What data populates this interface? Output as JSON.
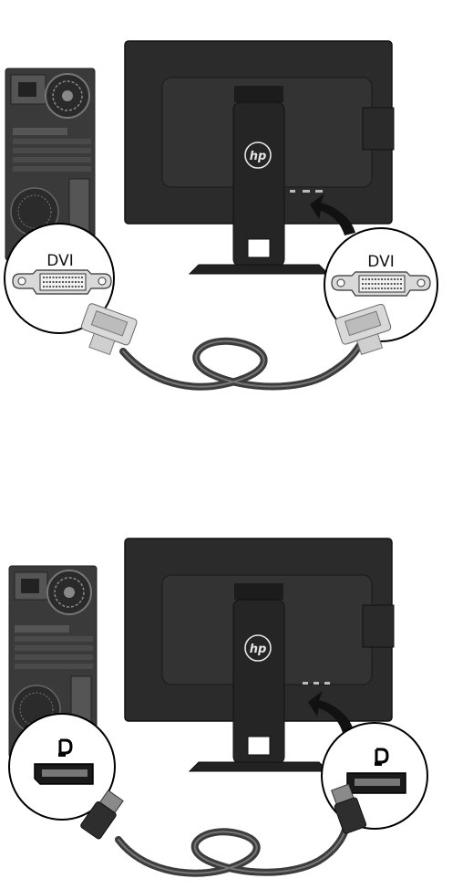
{
  "panels": [
    {
      "id": "dvi",
      "left_port_label": "DVI",
      "right_port_label": "DVI",
      "monitor_logo": "hp",
      "connector": "dvi-connector-icon"
    },
    {
      "id": "displayport",
      "left_port_label": "",
      "right_port_label": "",
      "monitor_logo": "hp",
      "connector": "displayport-connector-icon"
    }
  ],
  "colors": {
    "monitor_body": "#2b2b2b",
    "monitor_dark": "#1c1c1c",
    "tower": "#3a3a3a",
    "cable": "#3c3c3c",
    "connector": "#d9d9d9",
    "callout_stroke": "#000000"
  }
}
